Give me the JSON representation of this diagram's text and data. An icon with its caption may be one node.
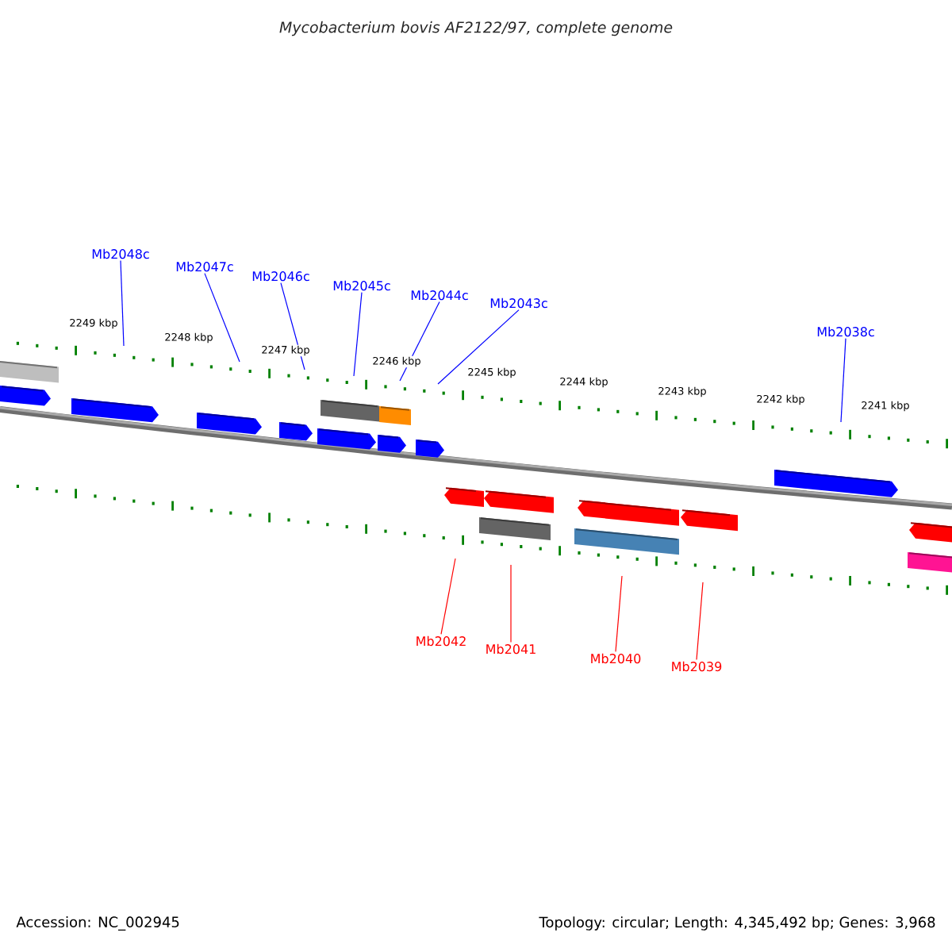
{
  "diagram": {
    "title": "Mycobacterium bovis AF2122/97, complete genome",
    "nodes": [
      {
        "text": [
          "Mb2048c"
        ]
      },
      {
        "text": [
          "Mb2047c"
        ]
      },
      {
        "text": [
          "Mb2046c"
        ]
      },
      {
        "text": [
          "Mb2045c"
        ]
      },
      {
        "text": [
          "Mb2044c"
        ]
      },
      {
        "text": [
          "Mb2043c"
        ]
      },
      {
        "text": [
          "Mb2038c"
        ]
      },
      {
        "text": [
          "Mb2042"
        ]
      },
      {
        "text": [
          "Mb2041"
        ]
      },
      {
        "text": [
          "Mb2040"
        ]
      },
      {
        "text": [
          "Mb2039"
        ]
      }
    ],
    "edges": [
      {
        "from": 0,
        "to": null,
        "arrow": "none"
      },
      {
        "from": 1,
        "to": null,
        "arrow": "none"
      },
      {
        "from": 2,
        "to": null,
        "arrow": "none"
      },
      {
        "from": 3,
        "to": null,
        "arrow": "none"
      },
      {
        "from": 4,
        "to": null,
        "arrow": "none"
      },
      {
        "from": 5,
        "to": null,
        "arrow": "none"
      },
      {
        "from": 6,
        "to": null,
        "arrow": "none"
      },
      {
        "from": 7,
        "to": null,
        "arrow": "none",
        "color": "#ff0000"
      },
      {
        "from": 8,
        "to": null,
        "arrow": "none",
        "color": "#ff0000"
      },
      {
        "from": 9,
        "to": null,
        "arrow": "none",
        "color": "#ff0000"
      },
      {
        "from": 10,
        "to": null,
        "arrow": "none",
        "color": "#ff0000"
      }
    ],
    "labels": [
      "2249 kbp",
      "2248 kbp",
      "2247 kbp",
      "2246 kbp",
      "2245 kbp",
      "2244 kbp",
      "2243 kbp",
      "2242 kbp",
      "2241 kbp",
      "Accession: NC_002945",
      "Topology: circular; Length: 4,345,492 bp; Genes: 3,968"
    ]
  }
}
